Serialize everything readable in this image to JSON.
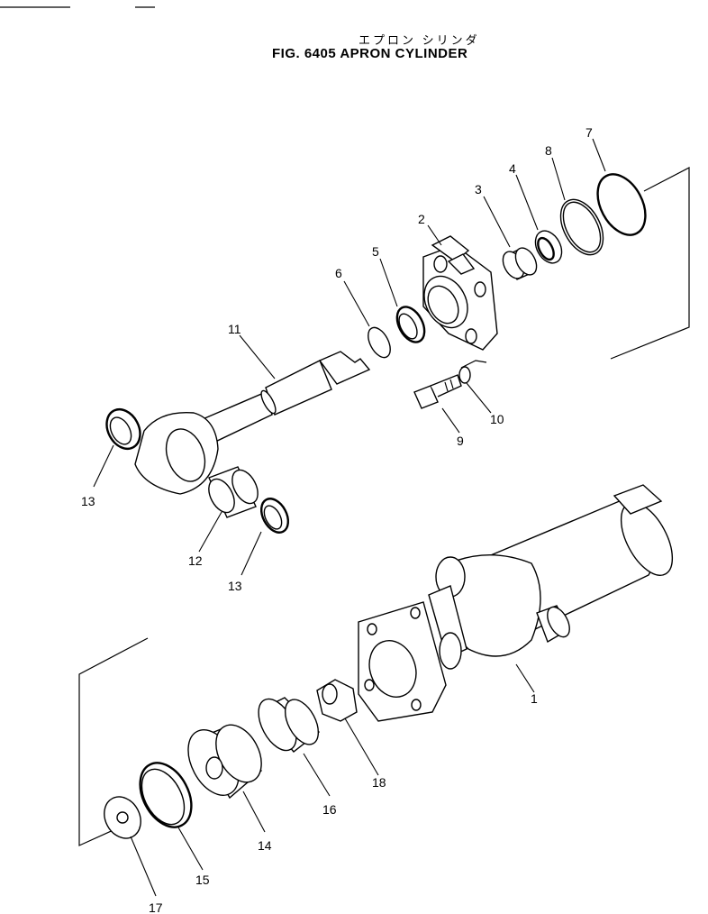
{
  "header": {
    "subtitle_jp": "エプロン シリンダ",
    "title": "FIG. 6405   APRON CYLINDER"
  },
  "callouts": [
    {
      "label": "1"
    },
    {
      "label": "2"
    },
    {
      "label": "3"
    },
    {
      "label": "4"
    },
    {
      "label": "5"
    },
    {
      "label": "6"
    },
    {
      "label": "7"
    },
    {
      "label": "8"
    },
    {
      "label": "9"
    },
    {
      "label": "10"
    },
    {
      "label": "11"
    },
    {
      "label": "12"
    },
    {
      "label": "13"
    },
    {
      "label": "13"
    },
    {
      "label": "14"
    },
    {
      "label": "15"
    },
    {
      "label": "16"
    },
    {
      "label": "17"
    },
    {
      "label": "18"
    }
  ],
  "colors": {
    "ink": "#000000",
    "paper": "#ffffff"
  }
}
